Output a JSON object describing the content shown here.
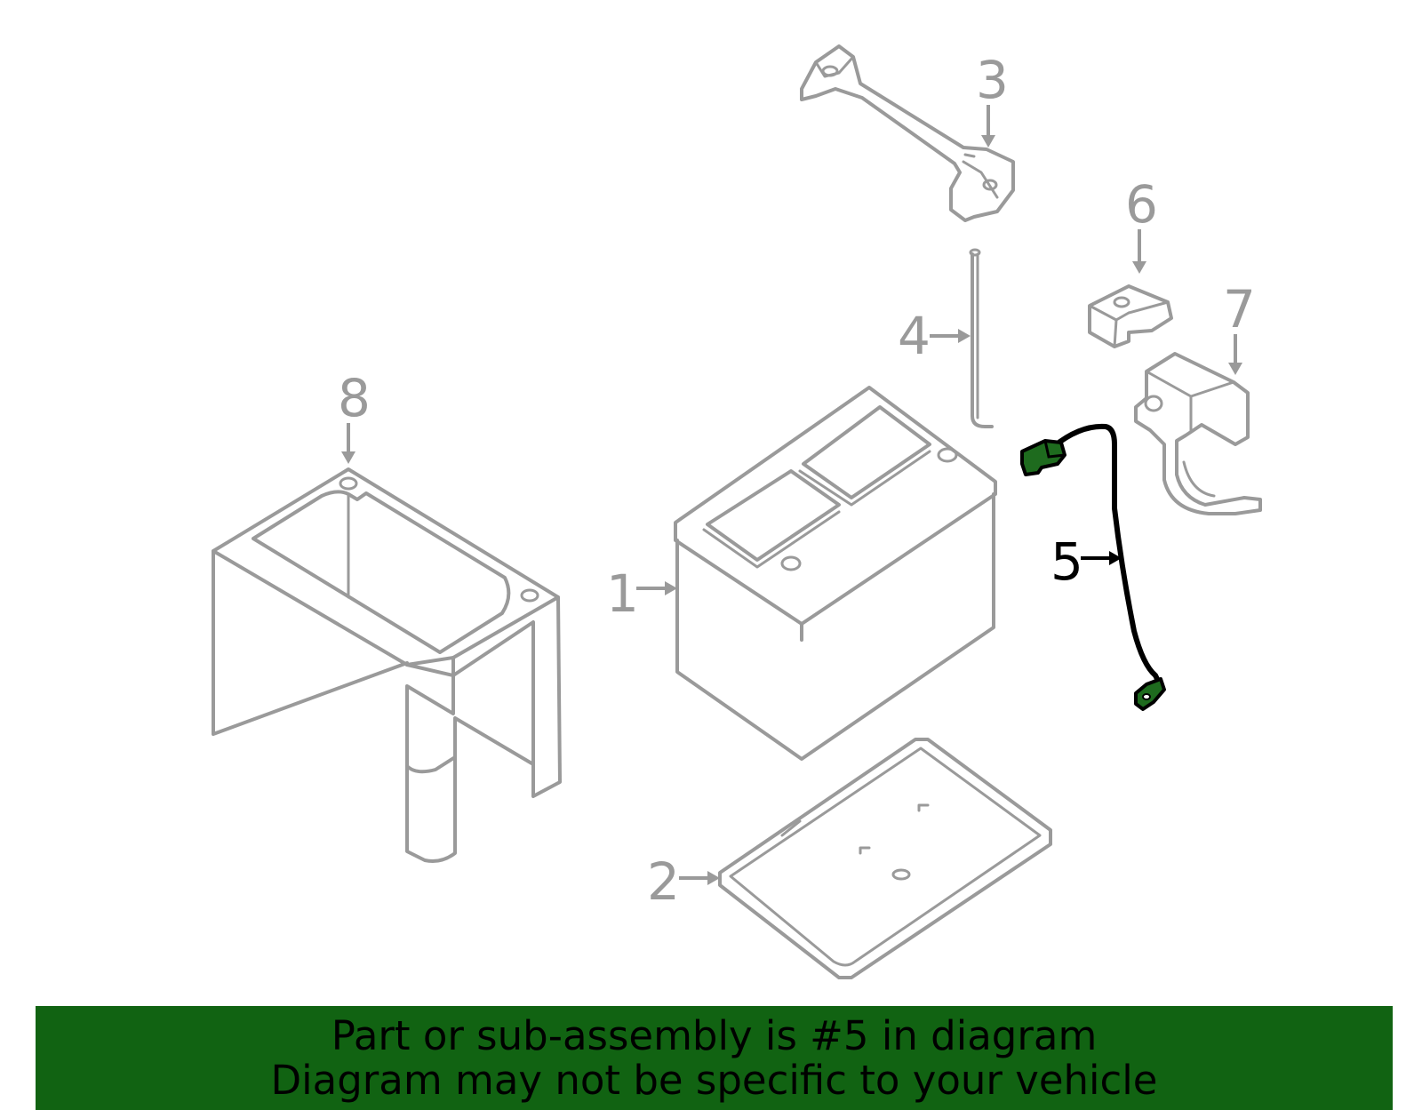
{
  "callouts": [
    {
      "num": "1",
      "highlighted": false
    },
    {
      "num": "2",
      "highlighted": false
    },
    {
      "num": "3",
      "highlighted": false
    },
    {
      "num": "4",
      "highlighted": false
    },
    {
      "num": "5",
      "highlighted": true
    },
    {
      "num": "6",
      "highlighted": false
    },
    {
      "num": "7",
      "highlighted": false
    },
    {
      "num": "8",
      "highlighted": false
    }
  ],
  "banner": {
    "line1": "Part or sub-assembly is #5 in diagram",
    "line2": "Diagram may not be specific to your vehicle"
  },
  "colors": {
    "banner_bg": "#116312",
    "part_outline": "#9a9a9a",
    "highlight_part": "#1e6b1e",
    "highlight_text": "#000000"
  }
}
